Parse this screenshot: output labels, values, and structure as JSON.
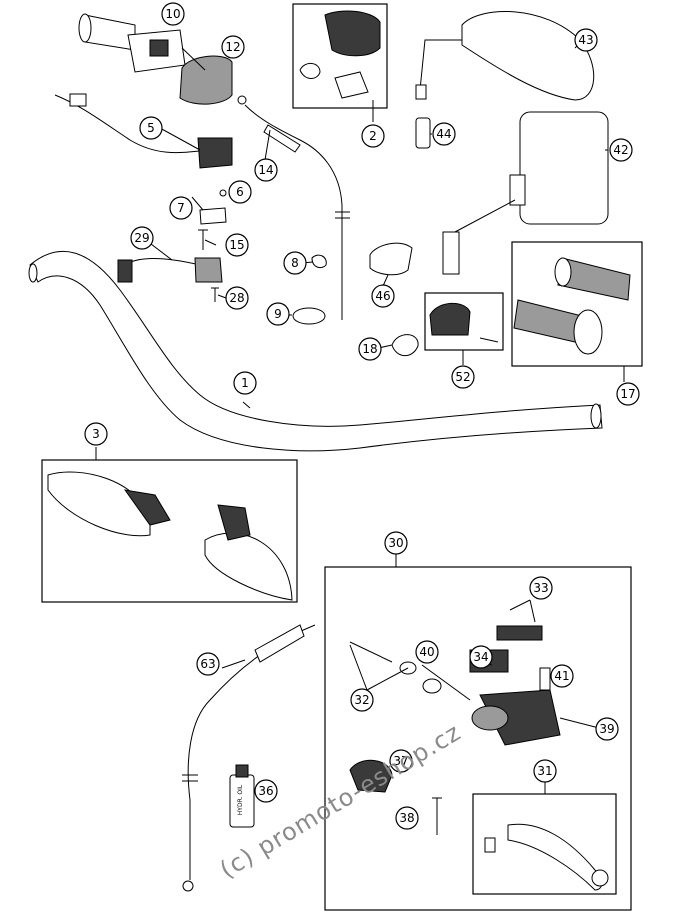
{
  "diagram": {
    "callouts": {
      "p1": "1",
      "p2": "2",
      "p3": "3",
      "p5": "5",
      "p6": "6",
      "p7": "7",
      "p8": "8",
      "p9": "9",
      "p10": "10",
      "p12": "12",
      "p14": "14",
      "p15": "15",
      "p17": "17",
      "p18": "18",
      "p28": "28",
      "p29": "29",
      "p30": "30",
      "p31": "31",
      "p32": "32",
      "p33": "33",
      "p34": "34",
      "p36": "36",
      "p37": "37",
      "p38": "38",
      "p39": "39",
      "p40": "40",
      "p41": "41",
      "p42": "42",
      "p43": "43",
      "p44": "44",
      "p46": "46",
      "p52": "52",
      "p63": "63"
    },
    "bottle_label": "HYDR. OIL",
    "watermark": "(c) promoto-eshop.cz"
  }
}
